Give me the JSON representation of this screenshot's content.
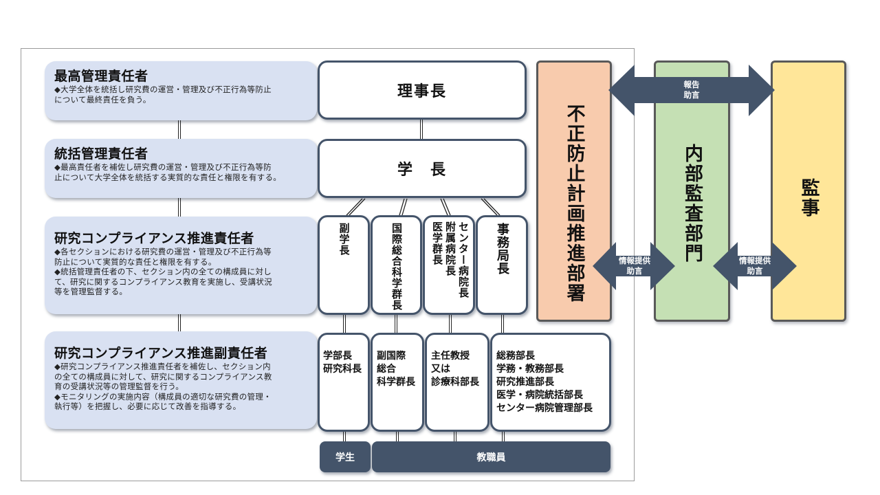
{
  "roles": [
    {
      "title": "最高管理責任者",
      "desc": "◆大学全体を統括し研究費の運営・管理及び不正行為等防止\nについて最終責任を負う。"
    },
    {
      "title": "統括管理責任者",
      "desc": "◆最高責任者を補佐し研究費の運営・管理及び不正行為等防\n止について大学全体を統括する実質的な責任と権限を有する。"
    },
    {
      "title": "研究コンプライアンス推進責任者",
      "desc": "◆各セクションにおける研究費の運営・管理及び不正行為等\n防止について実質的な責任と権限を有する。\n◆統括管理責任者の下、セクション内の全ての構成員に対し\nて、研究に関するコンプライアンス教育を実施し、受講状況\n等を管理監督する。"
    },
    {
      "title": "研究コンプライアンス推進副責任者",
      "desc": "◆研究コンプライアンス推進責任者を補佐し、セクション内\nの全ての構成員に対して、研究に関するコンプライアンス教\n育の受講状況等の管理監督を行う。\n◆モニタリングの実施内容（構成員の適切な研究費の管理・\n執行等）を把握し、必要に応じて改善を指導する。"
    }
  ],
  "org": {
    "chairman": "理事長",
    "president": "学　長",
    "level3": {
      "vice_president": "副学長",
      "global_sci": "国際総合科学群長",
      "hospital_center": "センター病院長",
      "hospital_affiliated": "附属病院長",
      "medical_group": "医学群長",
      "secretariat": "事務局長"
    },
    "level4": {
      "deans": "学部長\n研究科長",
      "vice_global": "副国際\n総合\n科学群長",
      "professors": "主任教授\n又は\n診療科部長",
      "admin": "総務部長\n学務・教務部長\n研究推進部長\n医学・病院統括部長\nセンター病院管理部長"
    },
    "students": "学生",
    "staff": "教職員"
  },
  "columns": {
    "fraud_prevention": {
      "label": "不正防止計画推進部署",
      "color": "#f8cbad"
    },
    "internal_audit": {
      "label": "内部監査部門",
      "color": "#c5e0b4"
    },
    "auditor": {
      "label": "監事",
      "color": "#ffe699"
    }
  },
  "arrows": {
    "top": "報告\n助言",
    "left": "情報提供\n助言",
    "right": "情報提供\n助言",
    "color": "#44546a"
  }
}
